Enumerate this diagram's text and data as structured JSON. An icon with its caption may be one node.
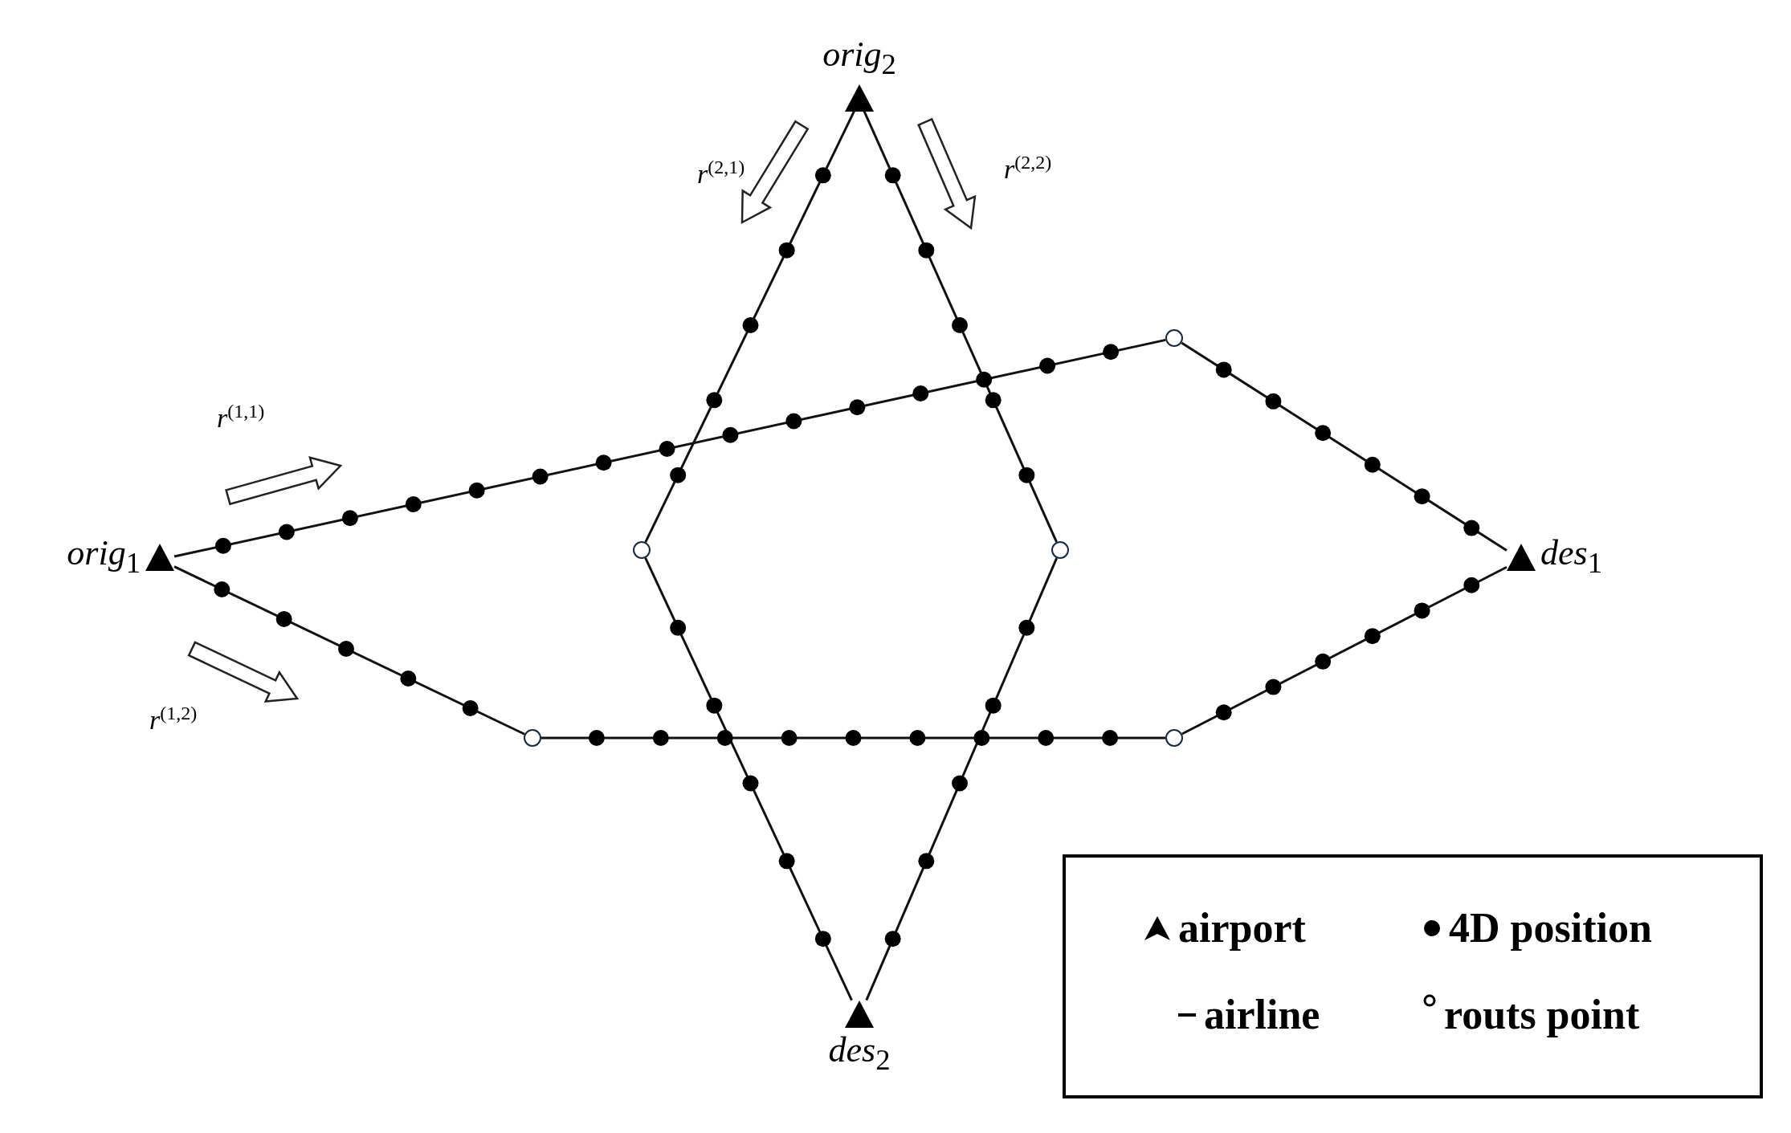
{
  "diagram": {
    "nodes": [
      {
        "text": [
          "*orig*$_{2}$"
        ]
      },
      {
        "text": [],
        "shape": "circle"
      },
      {
        "text": [
          "*orig*$_{1}$"
        ]
      },
      {
        "text": [],
        "shape": "circle"
      },
      {
        "text": [],
        "shape": "circle"
      },
      {
        "text": [
          "*des*$_{1}$"
        ]
      },
      {
        "text": [],
        "shape": "circle"
      },
      {
        "text": [],
        "shape": "circle"
      },
      {
        "text": [
          "*des*$_{2}$"
        ]
      }
    ],
    "edges": [
      {
        "from": 2,
        "to": 1,
        "arrow": "none"
      },
      {
        "from": 1,
        "to": 5,
        "arrow": "none"
      },
      {
        "from": 2,
        "to": 6,
        "arrow": "none"
      },
      {
        "from": 6,
        "to": 7,
        "arrow": "none"
      },
      {
        "from": 7,
        "to": 5,
        "arrow": "none"
      },
      {
        "from": 0,
        "to": 3,
        "arrow": "none"
      },
      {
        "from": 3,
        "to": 8,
        "arrow": "none"
      },
      {
        "from": 0,
        "to": 4,
        "arrow": "none"
      },
      {
        "from": 4,
        "to": 8,
        "arrow": "none"
      }
    ],
    "labels": [
      "*r*$^{(2,1)}$",
      "*r*$^{(2,2)}$",
      "*r*$^{(1,1)}$",
      "*r*$^{(1,2)}$"
    ],
    "legend": [
      {
        "text": "airport"
      },
      {
        "text": "4D position"
      },
      {
        "text": "airline"
      },
      {
        "text": "routs point"
      }
    ]
  }
}
